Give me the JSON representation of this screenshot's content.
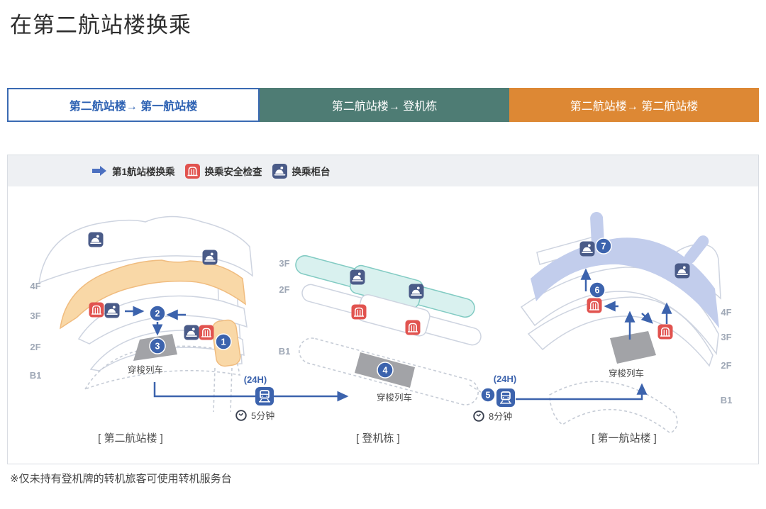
{
  "page": {
    "title": "在第二航站楼换乘",
    "footnote": "※仅未持有登机牌的转机旅客可使用转机服务台"
  },
  "tabs": [
    {
      "label": "第二航站楼→ 第一航站楼",
      "state": "active"
    },
    {
      "label": "第二航站楼→ 登机栋",
      "state": "teal"
    },
    {
      "label": "第二航站楼→ 第二航站楼",
      "state": "orange"
    }
  ],
  "legend": {
    "items": [
      {
        "icon": "transfer-arrow-icon",
        "label": "第1航站楼换乘"
      },
      {
        "icon": "security-check-icon",
        "label": "换乘安全检查"
      },
      {
        "icon": "transfer-counter-icon",
        "label": "换乘柜台"
      }
    ]
  },
  "diagram": {
    "captions": [
      "[ 第二航站楼 ]",
      "[ 登机栋 ]",
      "[ 第一航站楼 ]"
    ],
    "floors_terminal2": [
      "4F",
      "3F",
      "2F",
      "B1"
    ],
    "floors_boarding": [
      "3F",
      "2F",
      "B1"
    ],
    "floors_terminal1": [
      "4F",
      "3F",
      "2F",
      "B1"
    ],
    "shuttle_label": "穿梭列车",
    "steps": [
      "1",
      "2",
      "3",
      "4",
      "5",
      "6",
      "7"
    ],
    "routes": [
      {
        "hours": "(24H)",
        "duration": "5分钟"
      },
      {
        "hours": "(24H)",
        "duration": "8分钟"
      }
    ],
    "colors": {
      "accent_blue": "#3c63ad",
      "tab_teal": "#4e7c74",
      "tab_orange": "#dd8834",
      "terminal2_highlight": "#f9d8a7",
      "boarding_highlight": "#d9f1ef",
      "terminal1_highlight": "#c2cdec",
      "security_red": "#e1534f",
      "counter_navy": "#4a5b88",
      "station_gray": "#a2a3a7"
    }
  }
}
